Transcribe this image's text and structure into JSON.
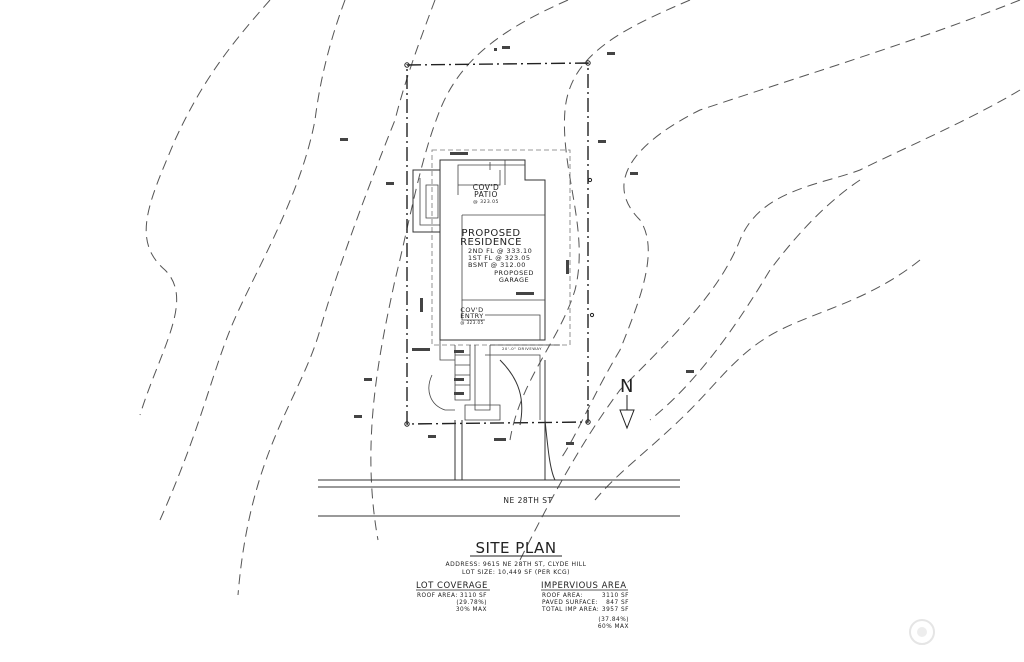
{
  "title": "SITE PLAN",
  "address": "ADDRESS: 9615 NE 28TH ST, CLYDE HILL",
  "lot_size": "LOT SIZE: 10,449 SF (PER KCG)",
  "street": "NE 28TH ST",
  "north_label": "N",
  "residence": {
    "title_line1": "PROPOSED",
    "title_line2": "RESIDENCE",
    "floor_2nd": "2ND FL @ 333.10",
    "floor_1st": "1ST FL @ 323.05",
    "floor_bsmt": "BSMT @ 312.00"
  },
  "garage": {
    "line1": "PROPOSED",
    "line2": "GARAGE"
  },
  "patio": {
    "line1": "COV'D",
    "line2": "PATIO",
    "elev": "@ 323.05"
  },
  "entry": {
    "line1": "COV'D",
    "line2": "ENTRY",
    "elev": "@ 323.05"
  },
  "driveway_label": "20'-0\" DRIVEWAY",
  "lot_coverage": {
    "heading": "LOT COVERAGE",
    "roof_label": "ROOF AREA:",
    "roof_value": "3110 SF",
    "percent": "(29.78%)",
    "max": "30% MAX"
  },
  "impervious": {
    "heading": "IMPERVIOUS AREA",
    "roof_label": "ROOF AREA:",
    "roof_value": "3110 SF",
    "paved_label": "PAVED SURFACE:",
    "paved_value": "847 SF",
    "total_label": "TOTAL IMP AREA:",
    "total_value": "3957 SF",
    "percent": "(37.84%)",
    "max": "60% MAX"
  }
}
